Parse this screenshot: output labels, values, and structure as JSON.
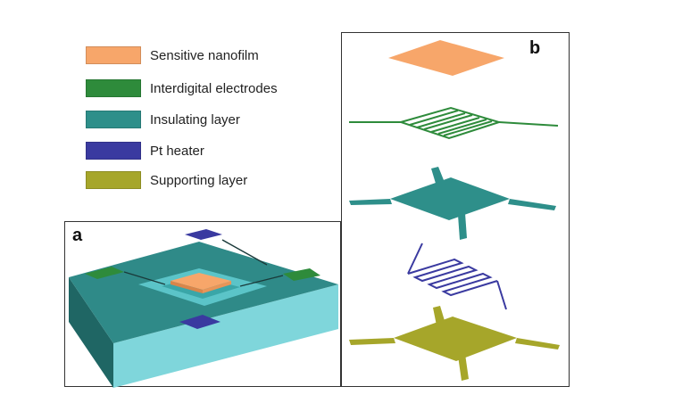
{
  "legend": [
    {
      "label": "Sensitive nanofilm",
      "color": "#f7a66a"
    },
    {
      "label": "Interdigital electrodes",
      "color": "#2e8b3b"
    },
    {
      "label": "Insulating layer",
      "color": "#2e8f8a"
    },
    {
      "label": "Pt heater",
      "color": "#3a3aa0"
    },
    {
      "label": "Supporting layer",
      "color": "#a6a62a"
    }
  ],
  "panels": {
    "a_label": "a",
    "b_label": "b"
  },
  "colors": {
    "block_top": "#2f8a88",
    "block_side_front": "#7fd6db",
    "block_side_left": "#1f6664",
    "membrane": "#5bc4c8"
  }
}
